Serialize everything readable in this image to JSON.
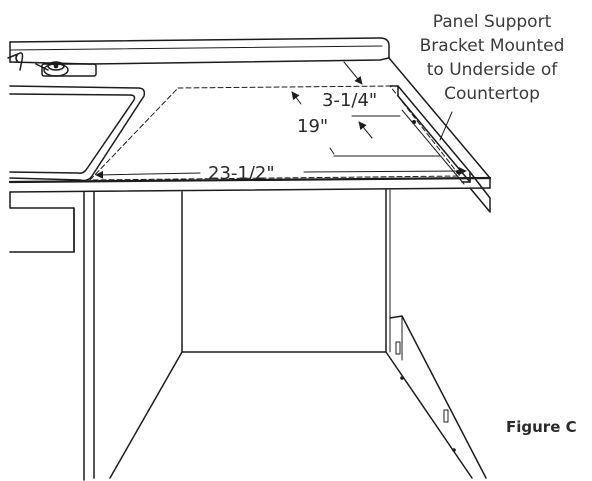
{
  "annotation": {
    "line1": "Panel Support",
    "line2": "Bracket Mounted",
    "line3": "to Underside of",
    "line4": "Countertop"
  },
  "dimensions": {
    "bracket_offset": "3-1/4\"",
    "depth": "19\"",
    "width": "23-1/2\""
  },
  "figure_label": "Figure C",
  "colors": {
    "line": "#1c1c1c",
    "text": "#3a3a3a",
    "background": "#ffffff"
  }
}
